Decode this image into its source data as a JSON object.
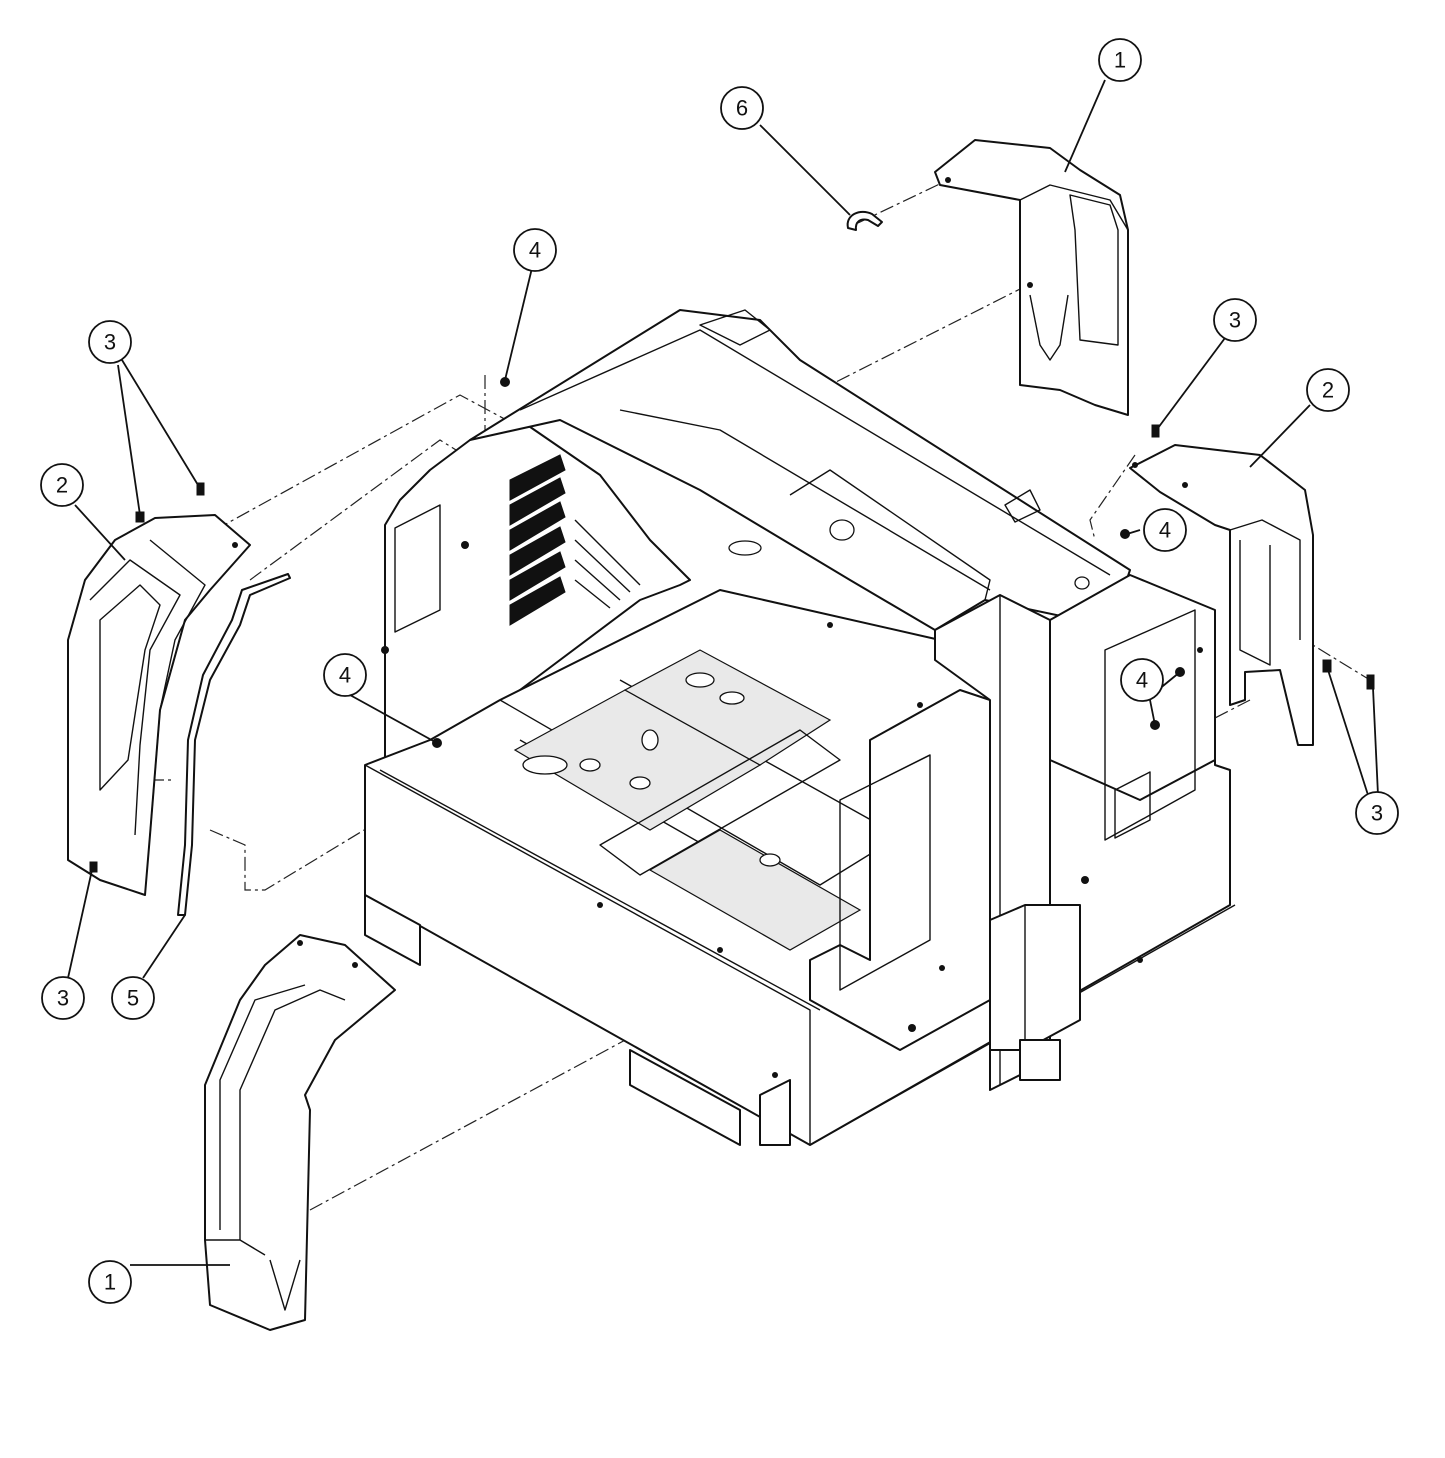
{
  "callouts": [
    {
      "id": "c1-top",
      "label": "1"
    },
    {
      "id": "c6",
      "label": "6"
    },
    {
      "id": "c4-top",
      "label": "4"
    },
    {
      "id": "c3-right-top",
      "label": "3"
    },
    {
      "id": "c2-right",
      "label": "2"
    },
    {
      "id": "c4-right",
      "label": "4"
    },
    {
      "id": "c3-left-top",
      "label": "3"
    },
    {
      "id": "c2-left",
      "label": "2"
    },
    {
      "id": "c4-mid-left",
      "label": "4"
    },
    {
      "id": "c4-right-inner",
      "label": "4"
    },
    {
      "id": "c3-right-bottom",
      "label": "3"
    },
    {
      "id": "c3-left-bottom",
      "label": "3"
    },
    {
      "id": "c5",
      "label": "5"
    },
    {
      "id": "c1-bottom",
      "label": "1"
    }
  ]
}
